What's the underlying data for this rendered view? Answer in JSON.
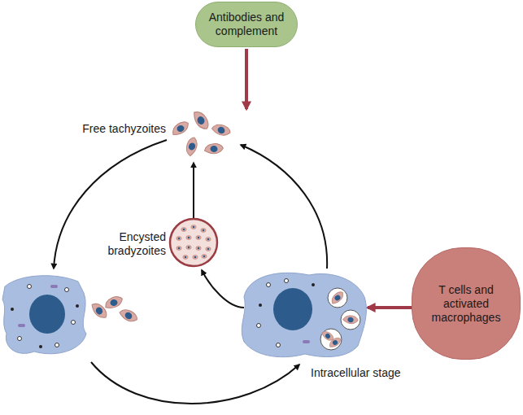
{
  "diagram": {
    "nodes": [
      {
        "text": [
          "Antibodies and complement"
        ]
      },
      {
        "text": [
          "T cells and activated macrophages"
        ]
      }
    ],
    "labels": [
      "Free tachyzoites",
      "Encysted bradyzoites",
      "Intracellular stage"
    ]
  }
}
